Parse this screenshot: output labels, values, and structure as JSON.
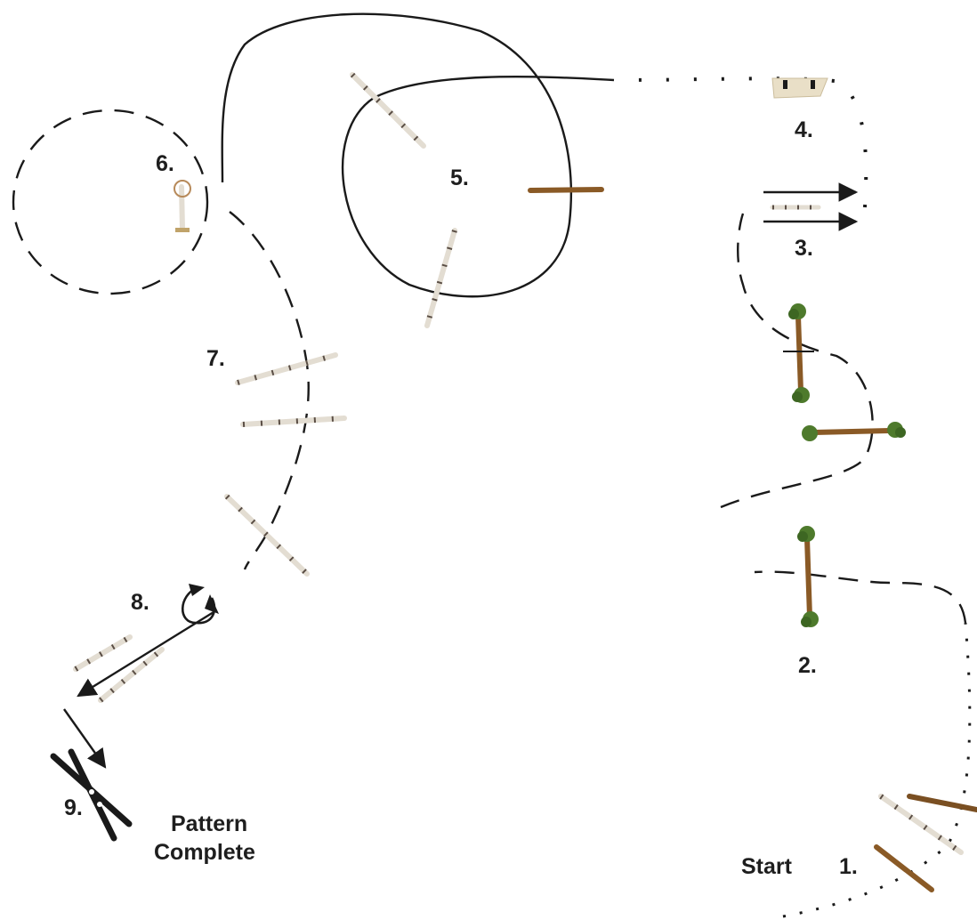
{
  "diagram": {
    "labels": {
      "start": "Start",
      "obstacle_1": "1.",
      "obstacle_2": "2.",
      "obstacle_3": "3.",
      "obstacle_4": "4.",
      "obstacle_5": "5.",
      "obstacle_6": "6.",
      "obstacle_7": "7.",
      "obstacle_8": "8.",
      "obstacle_9": "9.",
      "complete_line1": "Pattern",
      "complete_line2": "Complete"
    },
    "colors": {
      "path": "#1a1a1a",
      "birch_pole": "#e3ddd2",
      "birch_mark": "#4a3f38",
      "wood_pole": "#8a5a26",
      "bush": "#4e7a2c",
      "bridge": "#e9dfc7",
      "background": "#ffffff"
    }
  }
}
